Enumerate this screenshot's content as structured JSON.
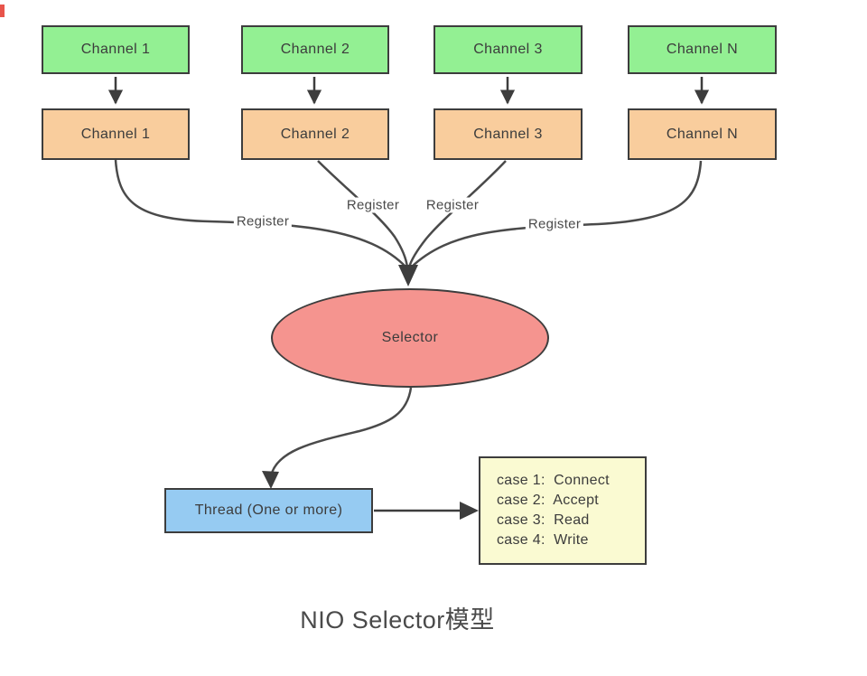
{
  "title": "NIO Selector模型",
  "channels": {
    "ready": [
      {
        "label": "Channel 1"
      },
      {
        "label": "Channel 2"
      },
      {
        "label": "Channel 3"
      },
      {
        "label": "Channel N"
      }
    ],
    "registered": [
      {
        "label": "Channel 1"
      },
      {
        "label": "Channel 2"
      },
      {
        "label": "Channel 3"
      },
      {
        "label": "Channel N"
      }
    ]
  },
  "register_labels": [
    {
      "label": "Register"
    },
    {
      "label": "Register"
    },
    {
      "label": "Register"
    },
    {
      "label": "Register"
    }
  ],
  "selector": {
    "label": "Selector"
  },
  "thread": {
    "label": "Thread (One or more)"
  },
  "cases": {
    "lines": [
      "case 1:  Connect",
      "case 2:  Accept",
      "case 3:  Read",
      "case 4:  Write"
    ]
  },
  "colors": {
    "channel_ready_fill": "#93F093",
    "channel_registered_fill": "#F9CD9D",
    "selector_fill": "#F5948F",
    "thread_fill": "#96CBF2",
    "case_box_fill": "#FAFAD2",
    "box_stroke": "#3D3D3D",
    "connector_stroke": "#4A4A4A",
    "corner_marker": "#E8544B"
  }
}
